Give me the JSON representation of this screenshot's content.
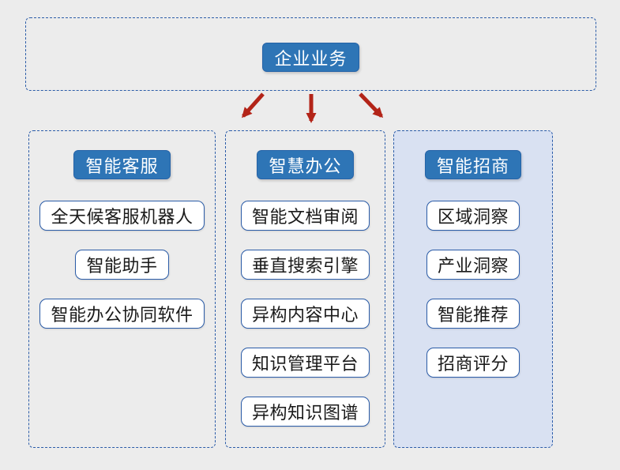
{
  "root": {
    "label": "企业业务"
  },
  "columns": [
    {
      "id": "smart-customer-service",
      "header": "智能客服",
      "items": [
        "全天候客服机器人",
        "智能助手",
        "智能办公协同软件"
      ]
    },
    {
      "id": "smart-office",
      "header": "智慧办公",
      "items": [
        "智能文档审阅",
        "垂直搜索引擎",
        "异构内容中心",
        "知识管理平台",
        "异构知识图谱"
      ]
    },
    {
      "id": "smart-investment",
      "header": "智能招商",
      "items": [
        "区域洞察",
        "产业洞察",
        "智能推荐",
        "招商评分"
      ]
    }
  ],
  "colors": {
    "background": "#ececec",
    "accent_blue": "#2e75b6",
    "button_border": "#2563a8",
    "dashed_border": "#2b5ca8",
    "item_border": "#2b5ca8",
    "item_text": "#1a1a1a",
    "panel_fill": "#d9e1f2",
    "arrow_red": "#b32418"
  }
}
